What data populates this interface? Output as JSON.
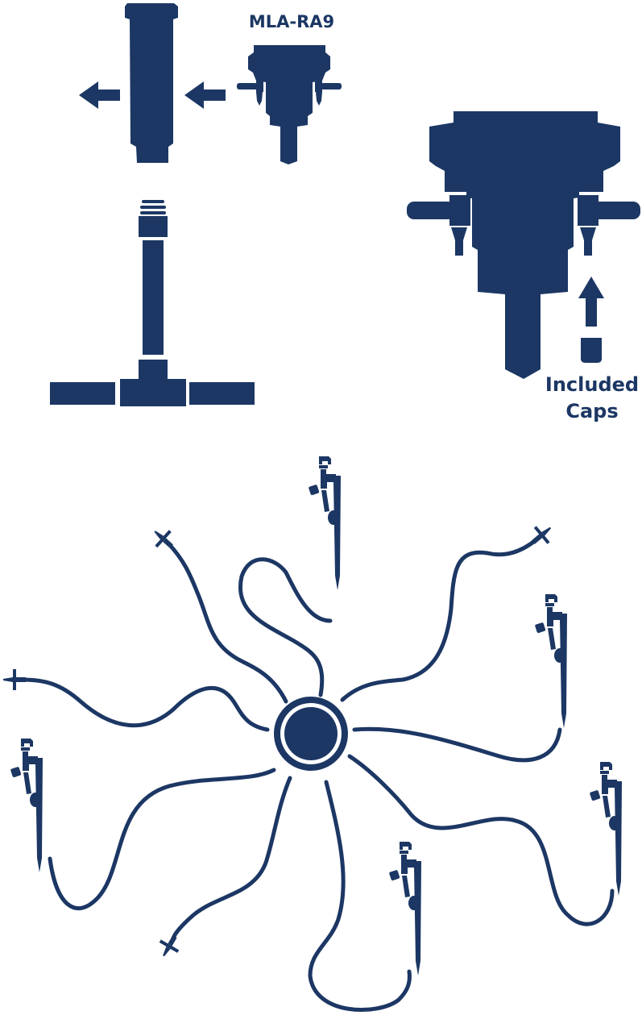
{
  "product_label": "MLA-RA9",
  "caps_label_line1": "Included",
  "caps_label_line2": "Caps",
  "colors": {
    "primary": "#1c3764",
    "background": "#ffffff"
  },
  "icons": [
    "arrow-left-icon",
    "stake-emitter-icon",
    "barb-end-icon",
    "manifold-hub-icon"
  ]
}
